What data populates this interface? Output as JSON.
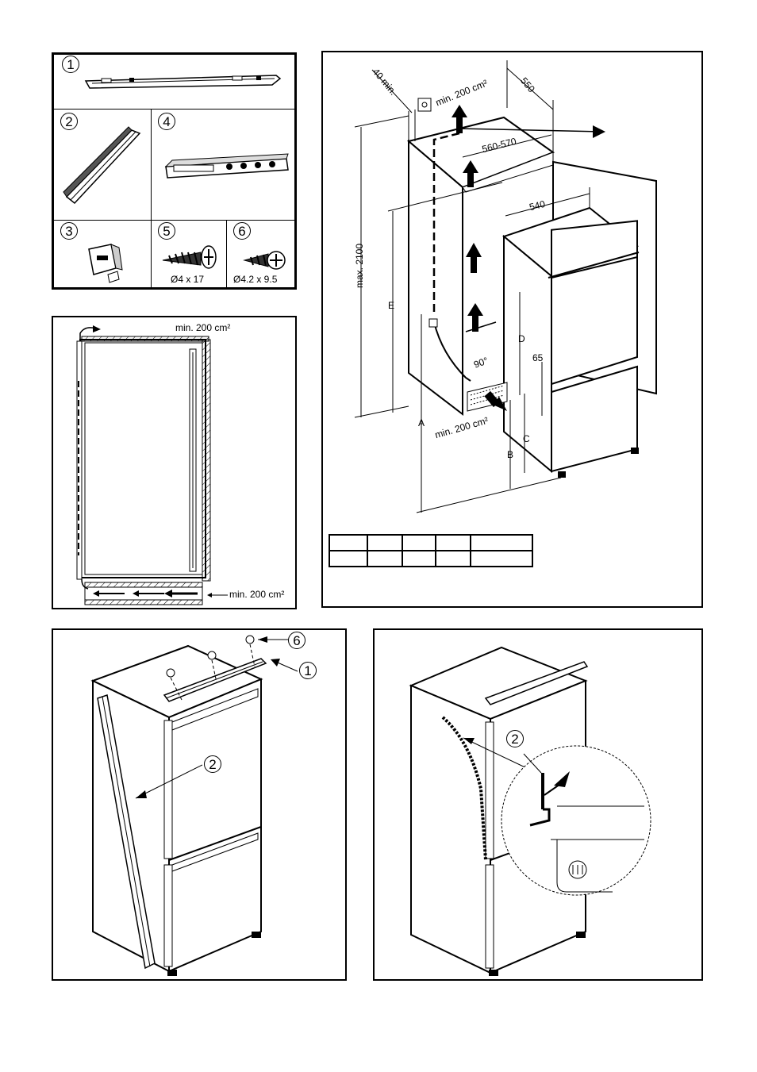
{
  "parts_panel": {
    "items": [
      {
        "num": "1"
      },
      {
        "num": "2"
      },
      {
        "num": "4"
      },
      {
        "num": "3"
      },
      {
        "num": "5",
        "caption": "Ø4 x 17"
      },
      {
        "num": "6",
        "caption": "Ø4.2 x 9.5"
      }
    ]
  },
  "ventilation_panel": {
    "label_top": "min. 200 cm²",
    "label_bottom": "min. 200 cm²"
  },
  "dimensions_panel": {
    "label_40": "40 min.",
    "label_550": "550",
    "label_vent_top": "min. 200 cm²",
    "label_560": "560-570",
    "label_540": "540",
    "label_max": "max. 2100",
    "label_E": "E",
    "label_D": "D",
    "label_65": "65",
    "label_90": "90°",
    "label_A": "A",
    "label_vent_bottom": "min. 200 cm²",
    "label_C": "C",
    "label_B": "B"
  },
  "install_panel_left": {
    "callout_6": "6",
    "callout_1": "1",
    "callout_2": "2"
  },
  "install_panel_right": {
    "callout_2": "2"
  }
}
